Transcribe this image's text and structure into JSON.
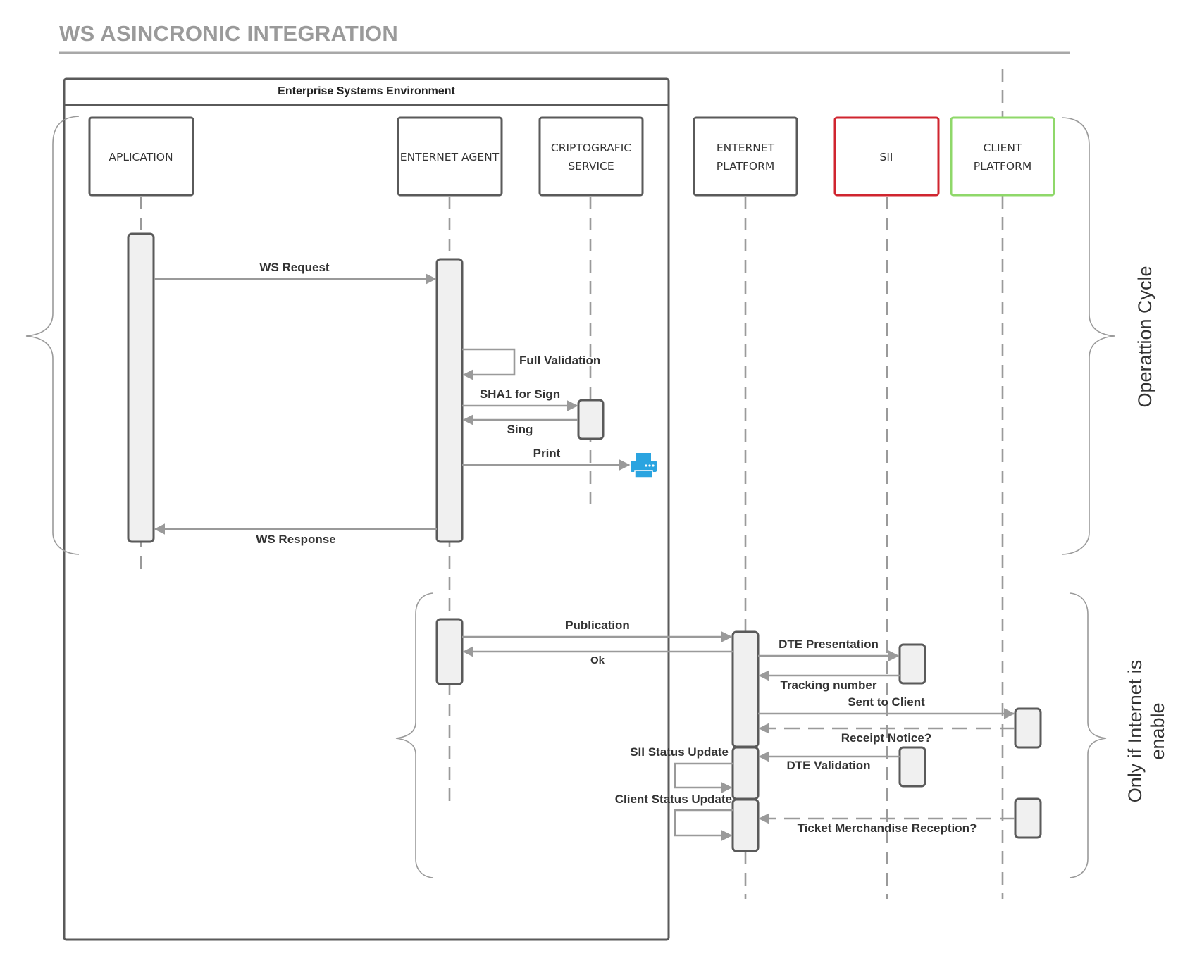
{
  "title": "WS ASINCRONIC INTEGRATION",
  "frame": {
    "label": "Enterprise Systems Environment"
  },
  "participants": [
    {
      "id": "aplication",
      "lines": [
        "APLICATION"
      ]
    },
    {
      "id": "enternet-agent",
      "lines": [
        "ENTERNET AGENT"
      ]
    },
    {
      "id": "criptografic-service",
      "lines": [
        "CRIPTOGRAFIC",
        "SERVICE"
      ]
    },
    {
      "id": "enternet-platform",
      "lines": [
        "ENTERNET",
        "PLATFORM"
      ]
    },
    {
      "id": "sii",
      "lines": [
        "SII"
      ],
      "border_color": "#d0252f"
    },
    {
      "id": "client-platform",
      "lines": [
        "CLIENT",
        "PLATFORM"
      ],
      "border_color": "#8fd86a"
    }
  ],
  "messages": {
    "ws_request": "WS Request",
    "full_validation": "Full Validation",
    "sha1_for_sign": "SHA1 for Sign",
    "sing": "Sing",
    "print": "Print",
    "ws_response": "WS Response",
    "publication": "Publication",
    "ok": "Ok",
    "dte_presentation": "DTE Presentation",
    "tracking_number": "Tracking number",
    "sent_to_client": "Sent to Client",
    "receipt_notice": "Receipt Notice?",
    "sii_status_update": "SII Status Update",
    "dte_validation": "DTE Validation",
    "client_status_update": "Client Status Update",
    "ticket_merchandise_reception": "Ticket Merchandise Reception?"
  },
  "groups": {
    "operation_cycle": "Operattion Cycle",
    "only_internet": [
      "Only if Internet is",
      "enable"
    ]
  },
  "icons": {
    "printer": "printer-icon",
    "printer_color": "#2aa4e0"
  },
  "colors": {
    "line": "#9a9a9a",
    "box_border": "#5a5a5a",
    "activation_fill": "#f0f0f0",
    "title": "#9a9a9a"
  }
}
